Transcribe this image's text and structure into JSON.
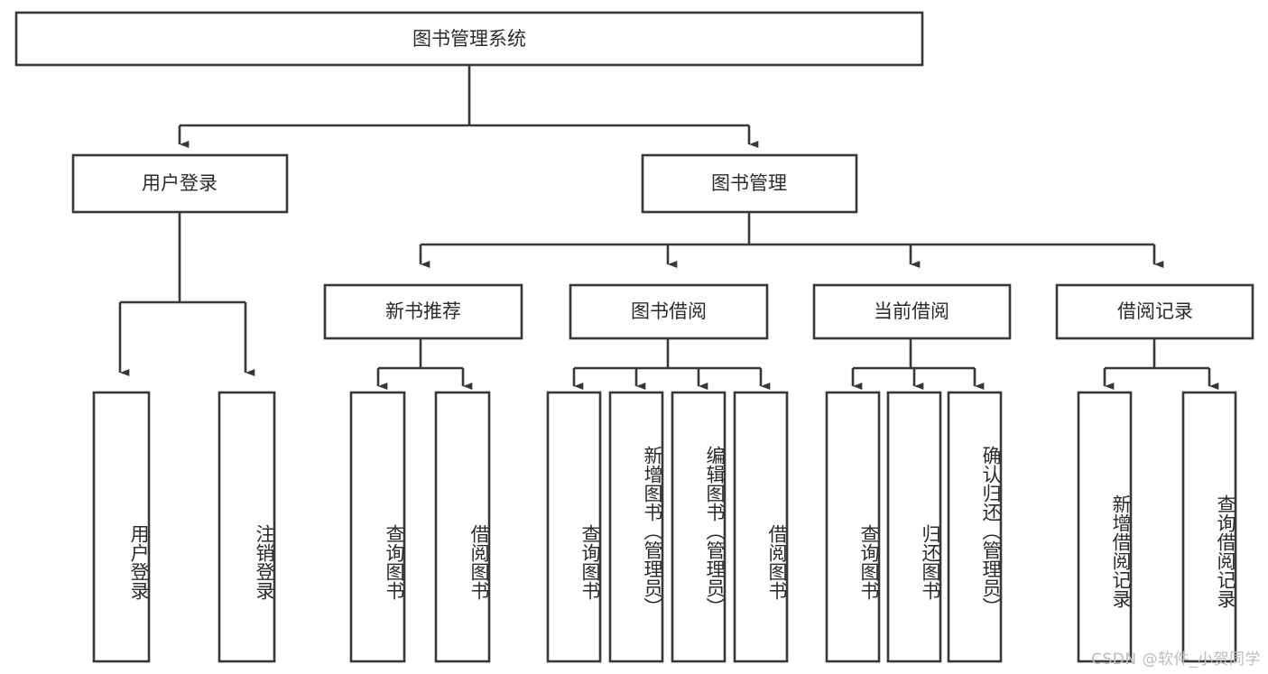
{
  "diagram": {
    "type": "tree-hierarchy",
    "title": "图书管理系统",
    "watermark": "CSDN @软件_小贺同学",
    "colors": {
      "stroke": "#36393c",
      "fill": "#ffffff",
      "text": "#2b2b2b",
      "watermark": "#b9bcc0"
    },
    "levels": [
      {
        "level": 0,
        "nodes": [
          {
            "id": "root",
            "label": "图书管理系统",
            "orientation": "horizontal"
          }
        ]
      },
      {
        "level": 1,
        "nodes": [
          {
            "id": "l1-0",
            "label": "用户登录",
            "orientation": "horizontal",
            "parent": "root"
          },
          {
            "id": "l1-1",
            "label": "图书管理",
            "orientation": "horizontal",
            "parent": "root"
          }
        ]
      },
      {
        "level": 2,
        "nodes": [
          {
            "id": "l2-0",
            "label": "新书推荐",
            "orientation": "horizontal",
            "parent": "l1-1"
          },
          {
            "id": "l2-1",
            "label": "图书借阅",
            "orientation": "horizontal",
            "parent": "l1-1"
          },
          {
            "id": "l2-2",
            "label": "当前借阅",
            "orientation": "horizontal",
            "parent": "l1-1"
          },
          {
            "id": "l2-3",
            "label": "借阅记录",
            "orientation": "horizontal",
            "parent": "l1-1"
          }
        ]
      },
      {
        "level": 3,
        "nodes": [
          {
            "id": "l3-0",
            "label": "用户登录",
            "orientation": "vertical",
            "parent": "l1-0"
          },
          {
            "id": "l3-1",
            "label": "注销登录",
            "orientation": "vertical",
            "parent": "l1-0"
          },
          {
            "id": "l3-2",
            "label": "查询图书",
            "orientation": "vertical",
            "parent": "l2-0"
          },
          {
            "id": "l3-3",
            "label": "借阅图书",
            "orientation": "vertical",
            "parent": "l2-0"
          },
          {
            "id": "l3-4",
            "label": "查询图书",
            "orientation": "vertical",
            "parent": "l2-1"
          },
          {
            "id": "l3-5",
            "label": "新增图书（管理员）",
            "orientation": "vertical",
            "parent": "l2-1"
          },
          {
            "id": "l3-6",
            "label": "编辑图书（管理员）",
            "orientation": "vertical",
            "parent": "l2-1"
          },
          {
            "id": "l3-7",
            "label": "借阅图书",
            "orientation": "vertical",
            "parent": "l2-1"
          },
          {
            "id": "l3-8",
            "label": "查询图书",
            "orientation": "vertical",
            "parent": "l2-2"
          },
          {
            "id": "l3-9",
            "label": "归还图书",
            "orientation": "vertical",
            "parent": "l2-2"
          },
          {
            "id": "l3-10",
            "label": "确认归还（管理员）",
            "orientation": "vertical",
            "parent": "l2-2"
          },
          {
            "id": "l3-11",
            "label": "新增借阅记录",
            "orientation": "vertical",
            "parent": "l2-3"
          },
          {
            "id": "l3-12",
            "label": "查询借阅记录",
            "orientation": "vertical",
            "parent": "l2-3"
          }
        ]
      }
    ]
  }
}
